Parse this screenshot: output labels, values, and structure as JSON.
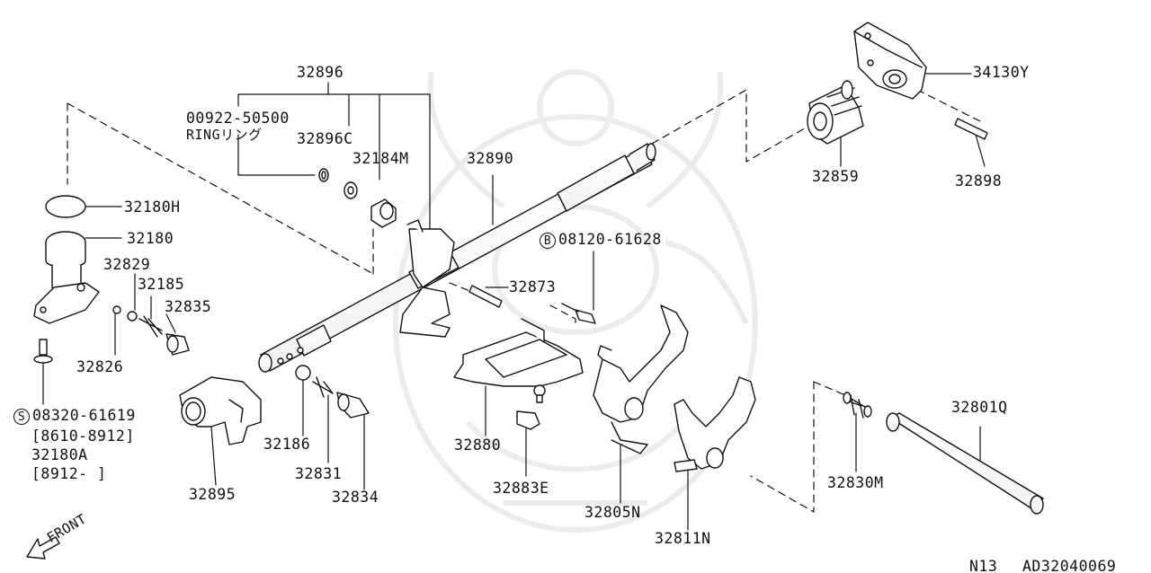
{
  "diagram": {
    "parts": [
      {
        "id": "p_32896",
        "text": "32896"
      },
      {
        "id": "p_00922",
        "text": "00922-50500"
      },
      {
        "id": "p_ring",
        "text": "RINGリング"
      },
      {
        "id": "p_32896c",
        "text": "32896C"
      },
      {
        "id": "p_32184m",
        "text": "32184M"
      },
      {
        "id": "p_32890",
        "text": "32890"
      },
      {
        "id": "p_32859",
        "text": "32859"
      },
      {
        "id": "p_34130y",
        "text": "34130Y"
      },
      {
        "id": "p_32898",
        "text": "32898"
      },
      {
        "id": "p_32180h",
        "text": "32180H"
      },
      {
        "id": "p_32180",
        "text": "32180"
      },
      {
        "id": "p_32829",
        "text": "32829"
      },
      {
        "id": "p_32185",
        "text": "32185"
      },
      {
        "id": "p_32835",
        "text": "32835"
      },
      {
        "id": "p_32826",
        "text": "32826"
      },
      {
        "id": "p_08120",
        "text": "08120-61628"
      },
      {
        "id": "p_32873",
        "text": "32873"
      },
      {
        "id": "p_08320",
        "text": "08320-61619"
      },
      {
        "id": "p_range1",
        "text": "[8610-8912]"
      },
      {
        "id": "p_32180a",
        "text": "32180A"
      },
      {
        "id": "p_range2",
        "text": "[8912-     ]"
      },
      {
        "id": "p_32895",
        "text": "32895"
      },
      {
        "id": "p_32186",
        "text": "32186"
      },
      {
        "id": "p_32831",
        "text": "32831"
      },
      {
        "id": "p_32834",
        "text": "32834"
      },
      {
        "id": "p_32880",
        "text": "32880"
      },
      {
        "id": "p_32883e",
        "text": "32883E"
      },
      {
        "id": "p_32805n",
        "text": "32805N"
      },
      {
        "id": "p_32811n",
        "text": "32811N"
      },
      {
        "id": "p_32830m",
        "text": "32830M"
      },
      {
        "id": "p_32801q",
        "text": "32801Q"
      }
    ],
    "symbols": {
      "bolt_b": "B",
      "bolt_s": "S"
    },
    "front_label": "FRONT",
    "footer": {
      "model": "N13",
      "code": "AD32040069"
    }
  }
}
